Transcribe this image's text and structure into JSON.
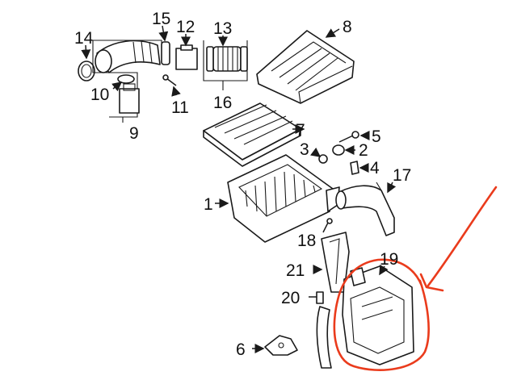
{
  "diagram": {
    "callouts": [
      "14",
      "15",
      "12",
      "13",
      "8",
      "10",
      "11",
      "16",
      "9",
      "7",
      "5",
      "3",
      "2",
      "4",
      "17",
      "1",
      "18",
      "21",
      "19",
      "20",
      "6"
    ],
    "highlight_color": "#ea3b1c",
    "line_color": "#1a1a1a",
    "background": "#ffffff"
  }
}
